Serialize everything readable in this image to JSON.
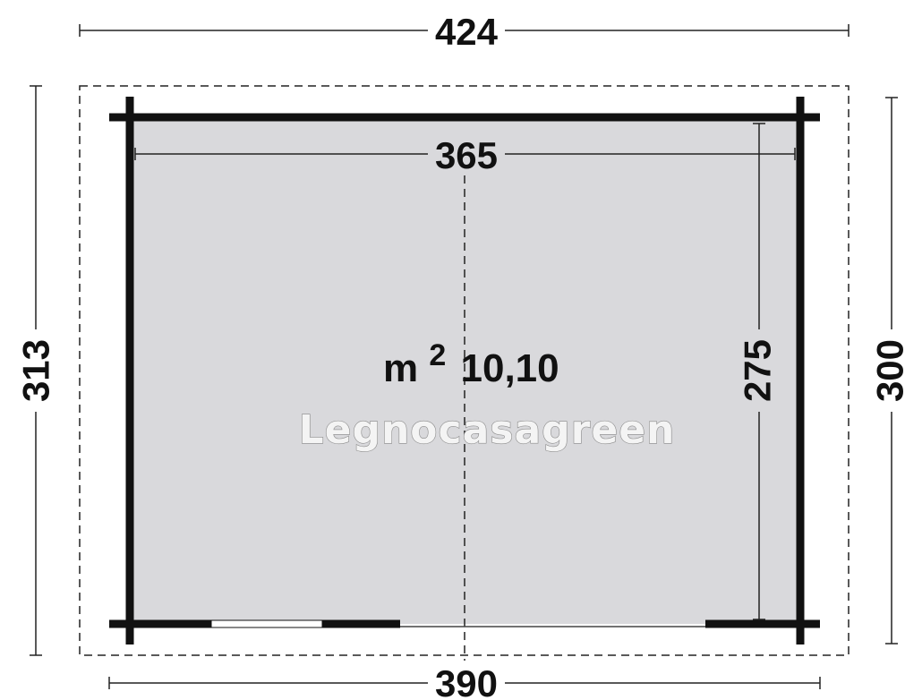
{
  "dimensions": {
    "top_outer": "424",
    "top_inner": "365",
    "bottom": "390",
    "left": "313",
    "right_outer": "300",
    "right_inner": "275"
  },
  "area": {
    "unit": "m",
    "exponent": "2",
    "value": "10,10"
  },
  "watermark": "Legnocasagreen",
  "colors": {
    "floor_fill": "#d9d9dc",
    "wall": "#111111",
    "line": "#222222"
  }
}
